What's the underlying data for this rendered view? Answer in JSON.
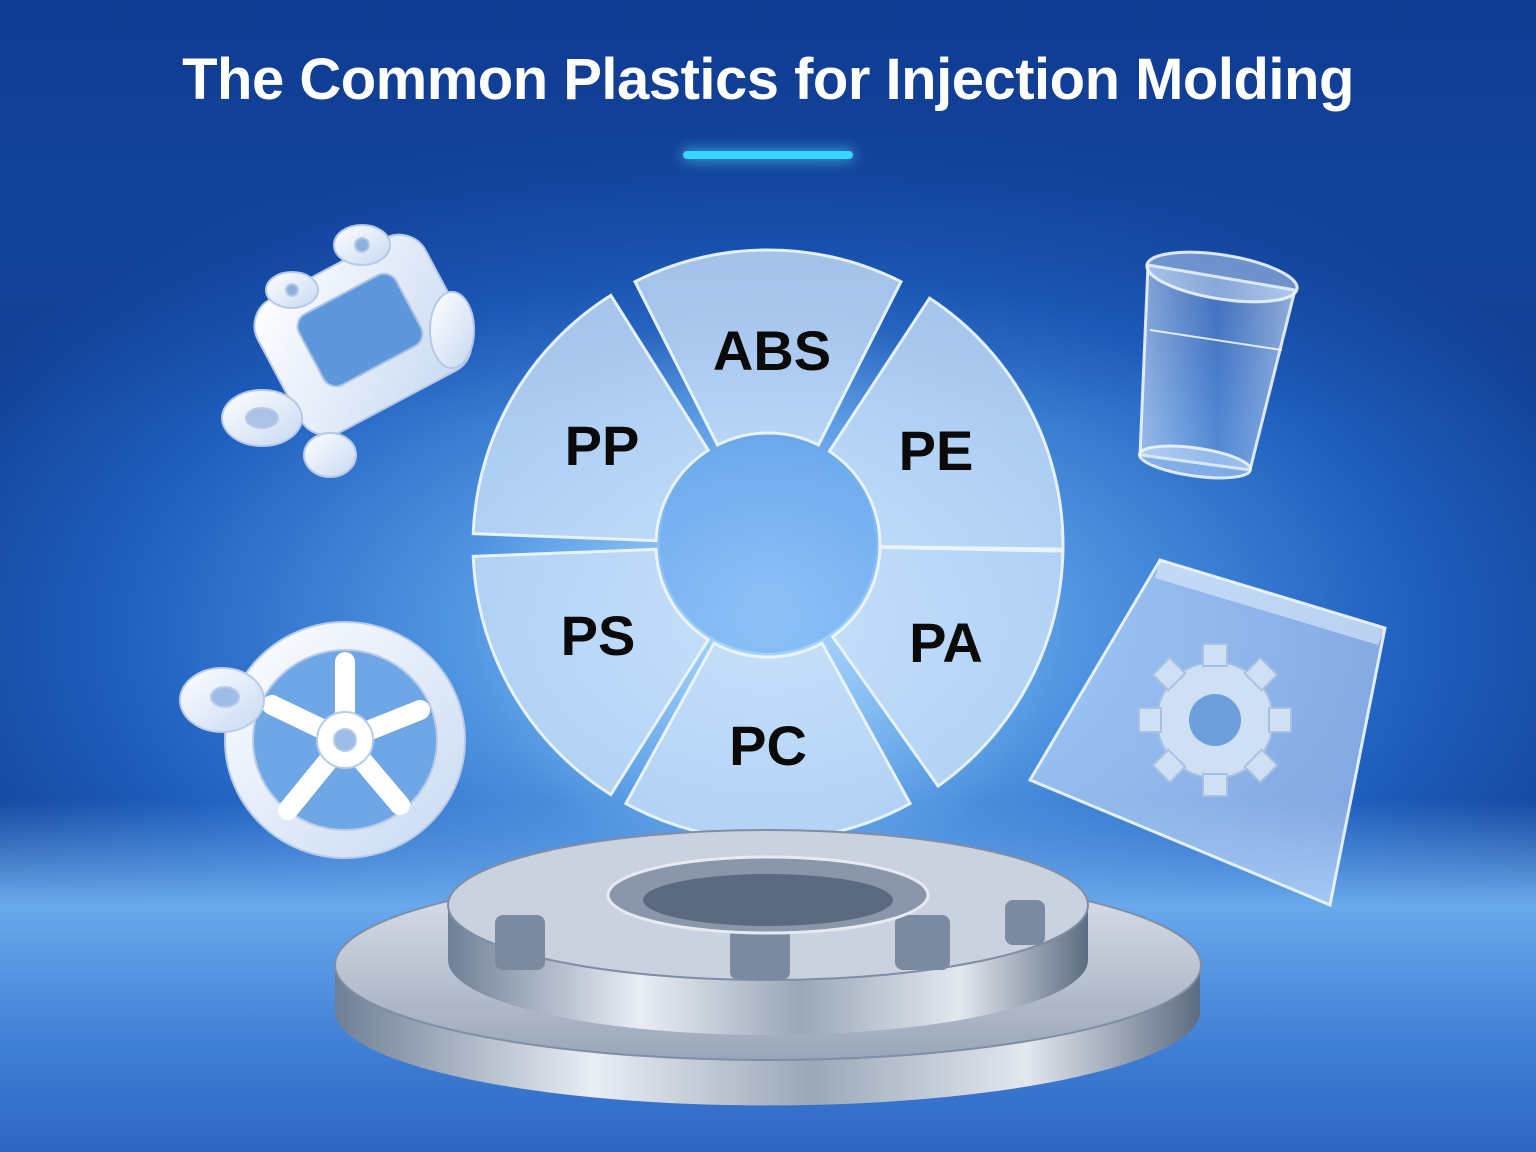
{
  "title": "The Common Plastics for Injection Molding",
  "accent_color": "#38d6ff",
  "ring": {
    "segments": [
      {
        "label": "ABS"
      },
      {
        "label": "PE"
      },
      {
        "label": "PA"
      },
      {
        "label": "PC"
      },
      {
        "label": "PS"
      },
      {
        "label": "PP"
      }
    ]
  },
  "objects": [
    "valve-body-part-icon",
    "handwheel-part-icon",
    "plastic-cup-icon",
    "gear-in-bag-icon",
    "metal-gear-pedestal"
  ]
}
